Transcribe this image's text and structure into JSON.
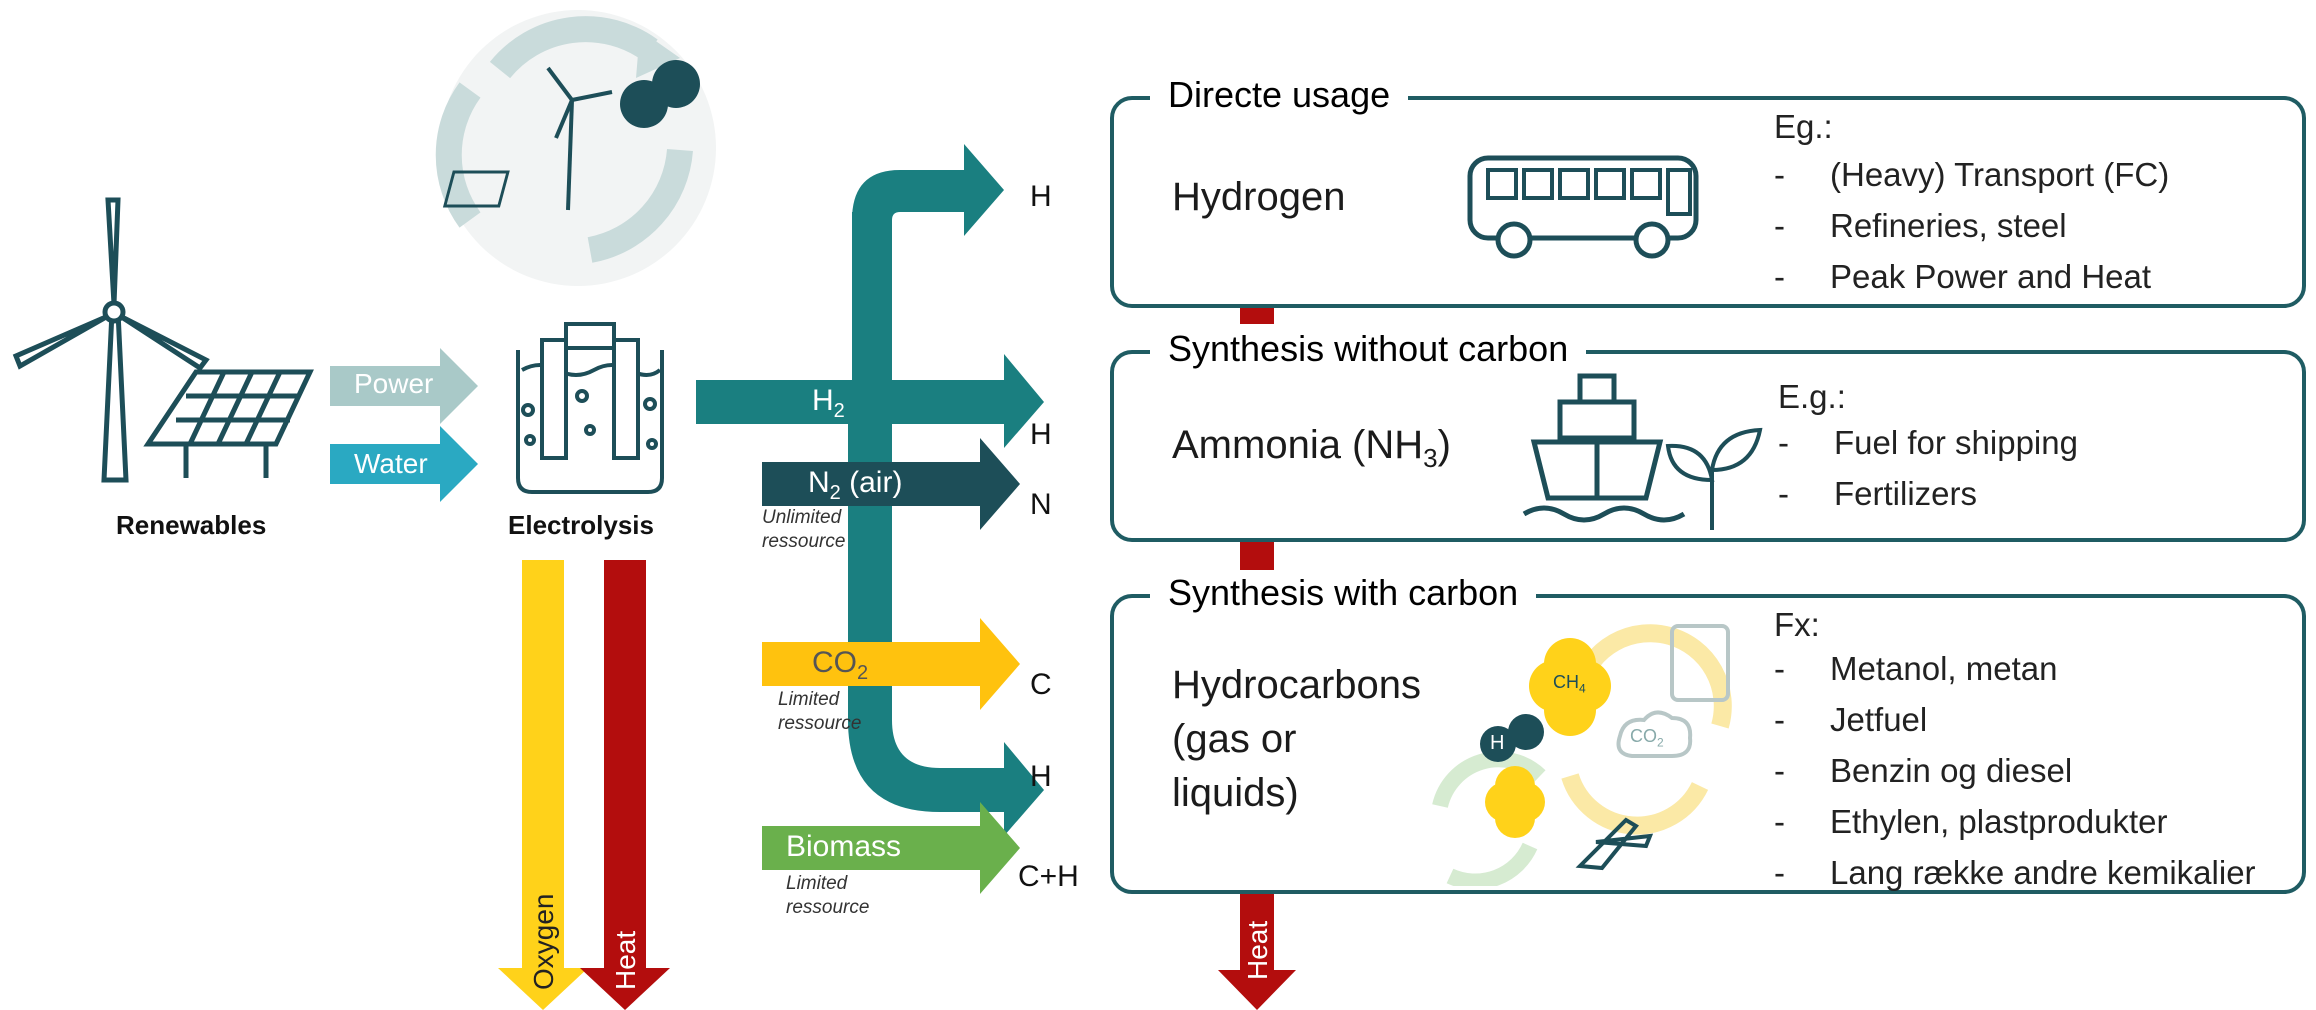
{
  "inputs": {
    "renewables_label": "Renewables",
    "electrolysis_label": "Electrolysis",
    "power_label": "Power",
    "water_label": "Water"
  },
  "outputs_down": {
    "oxygen_label": "Oxygen",
    "heat_label": "Heat",
    "heat_right_label": "Heat"
  },
  "feedstocks": {
    "h2_label": "H",
    "h2_sub": "2",
    "n2_label": "N",
    "n2_sub": "2",
    "n2_suffix": " (air)",
    "n2_note": "Unlimited\nressource",
    "co2_label": "CO",
    "co2_sub": "2",
    "co2_note": "Limited\nressource",
    "biomass_label": "Biomass",
    "biomass_note": "Limited\nressource"
  },
  "elements": {
    "top_h": "H",
    "h": "H",
    "n": "N",
    "c": "C",
    "bottom_h": "H",
    "ch": "C+H"
  },
  "boxes": [
    {
      "title": "Directe usage",
      "main": "Hydrogen",
      "examples_head": "Eg.:",
      "examples": [
        "(Heavy) Transport (FC)",
        "Refineries, steel",
        "Peak Power and Heat"
      ]
    },
    {
      "title": "Synthesis without carbon",
      "main_prefix": "Ammonia (NH",
      "main_sub": "3",
      "main_suffix": ")",
      "examples_head": "E.g.:",
      "examples": [
        "Fuel for shipping",
        "Fertilizers"
      ]
    },
    {
      "title": "Synthesis with carbon",
      "main_lines": [
        "Hydrocarbons",
        "(gas or",
        "liquids)"
      ],
      "examples_head": "Fx:",
      "examples": [
        "Metanol, metan",
        "Jetfuel",
        "Benzin og diesel",
        "Ethylen, plastprodukter",
        "Lang række andre kemikalier"
      ]
    }
  ],
  "icon_text": {
    "h_atom": "H",
    "ch4_main": "CH",
    "ch4_sub": "4",
    "co2_cloud": "CO",
    "co2_cloud_sub": "2"
  },
  "colors": {
    "teal": "#1a7f80",
    "dark_teal": "#1d4e58",
    "light_teal": "#a9c9c8",
    "cyan": "#2aa9c2",
    "yellow": "#ffc20e",
    "red": "#b30d0d",
    "green": "#6ab04c",
    "box_border": "#1f5c63"
  }
}
